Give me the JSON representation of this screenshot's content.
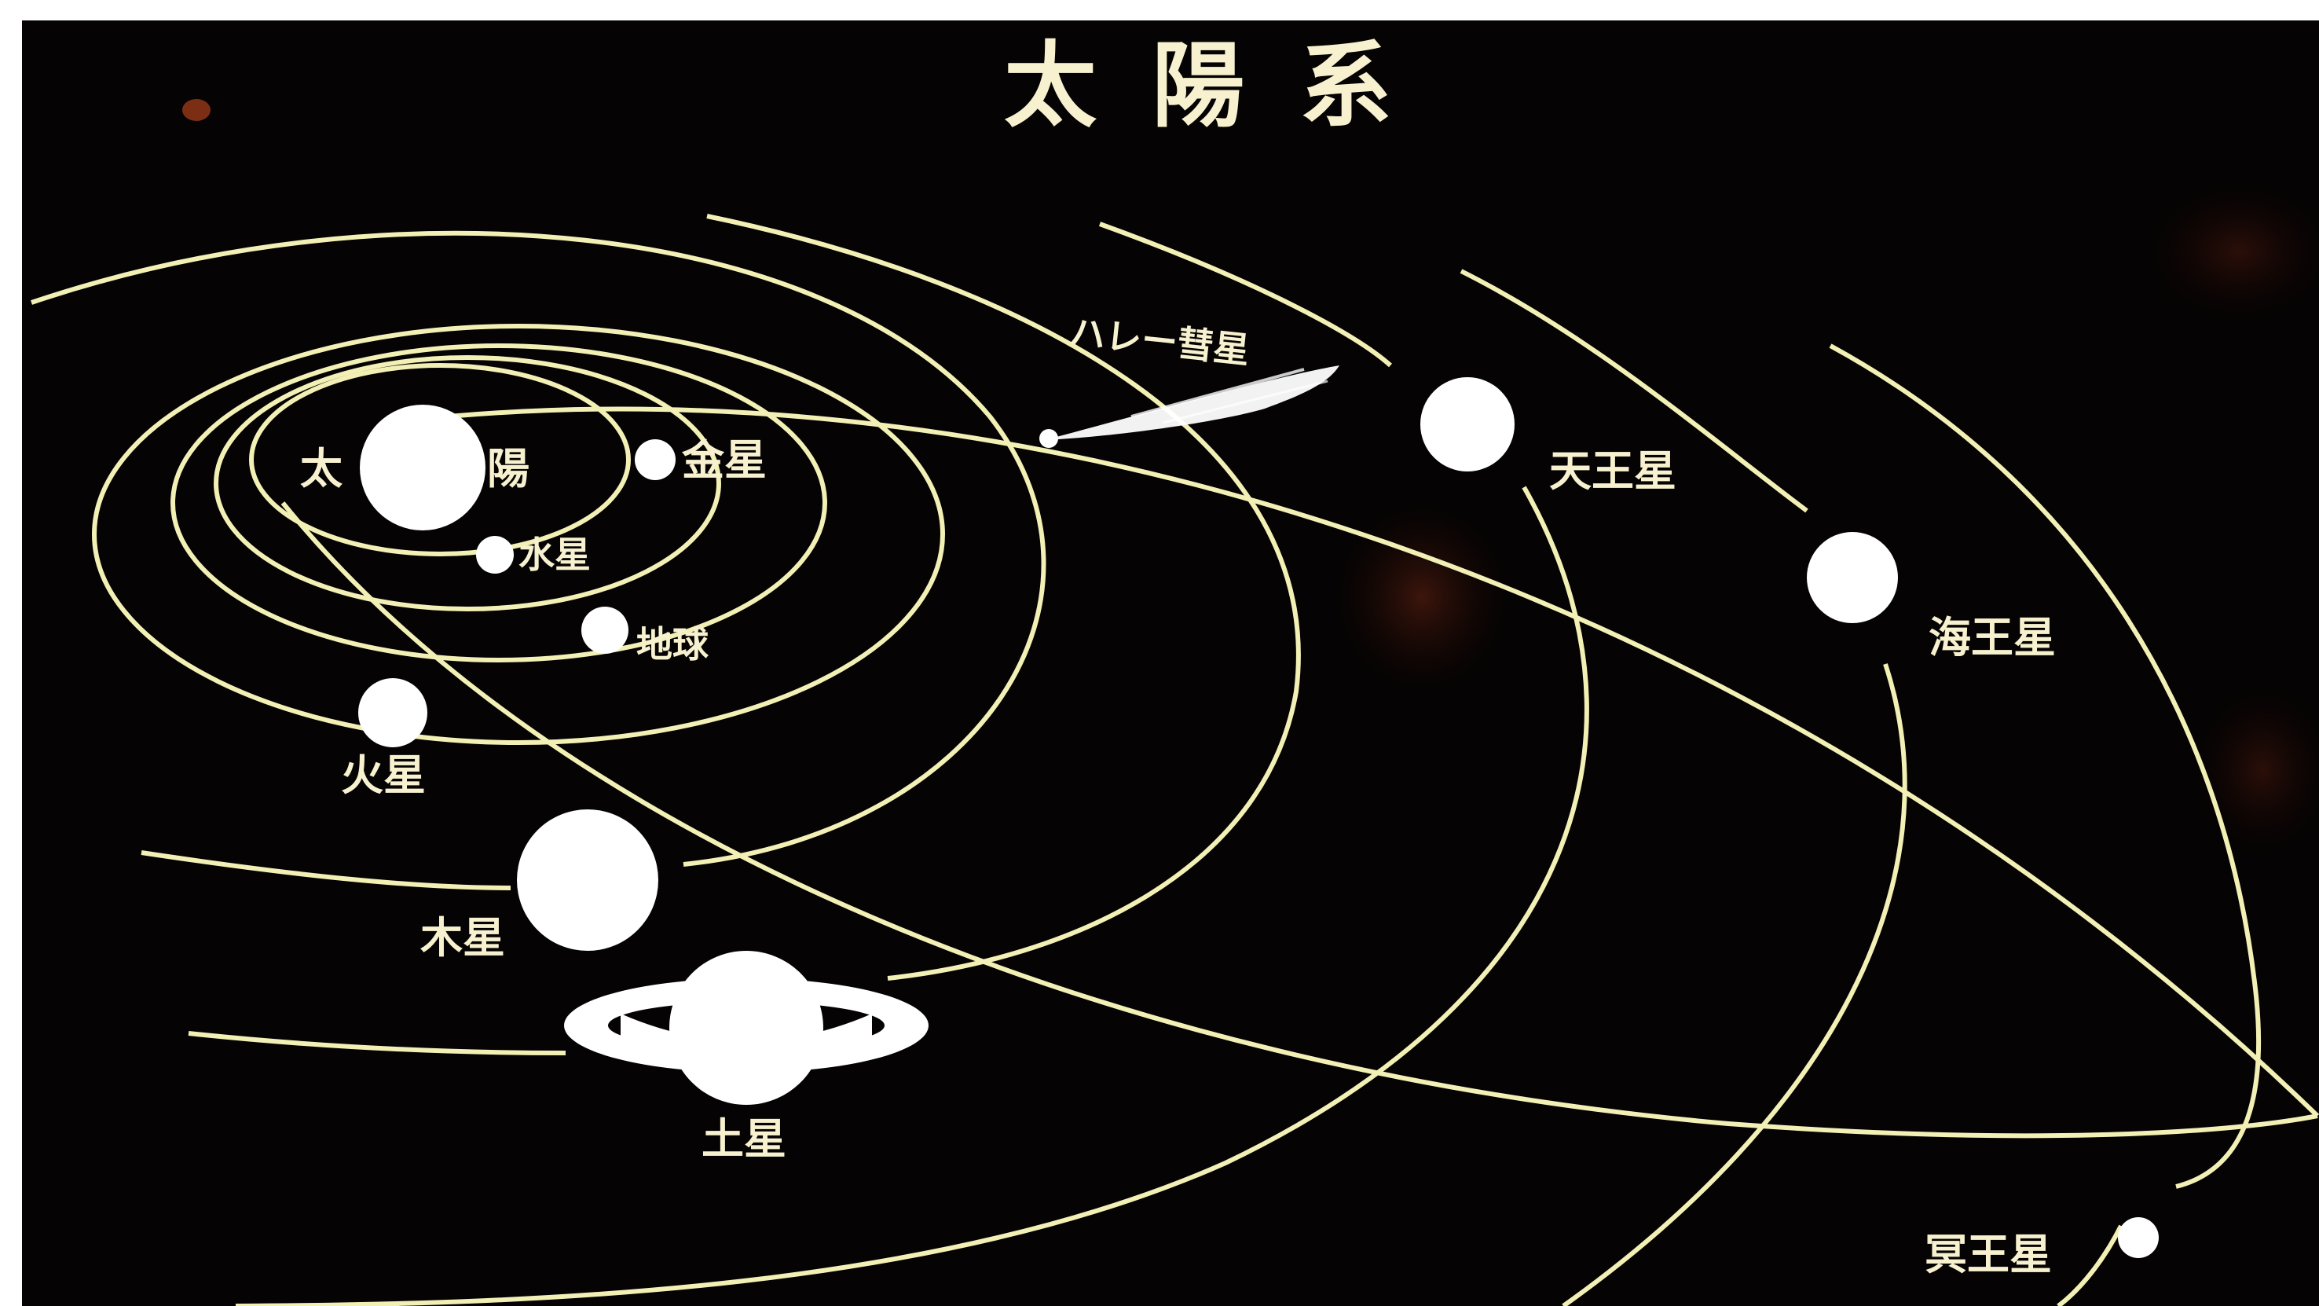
{
  "title": "太陽系",
  "labels": {
    "sun_left": "太",
    "sun_right": "陽",
    "mercury": "水星",
    "venus": "金星",
    "earth": "地球",
    "mars": "火星",
    "jupiter": "木星",
    "saturn": "土星",
    "uranus": "天王星",
    "neptune": "海王星",
    "pluto": "冥王星",
    "halley": "ハレー彗星"
  },
  "colors": {
    "background": "#050303",
    "orbit": "#f3f0b6",
    "body": "#ffffff",
    "text": "#f7f1cf",
    "frame": "#ffffff"
  }
}
